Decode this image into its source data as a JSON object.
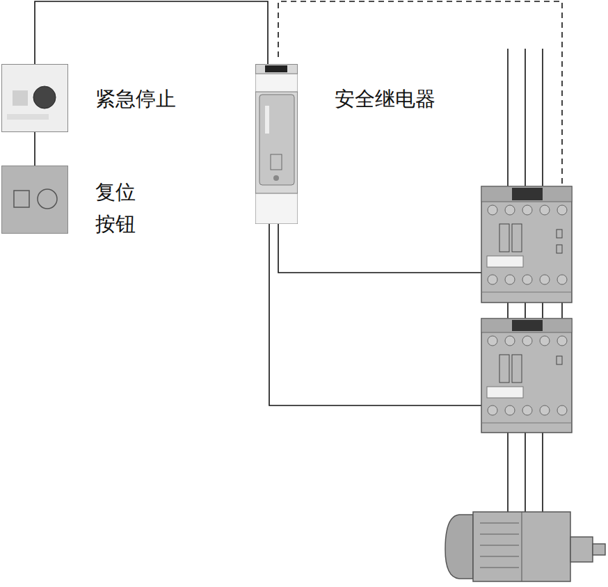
{
  "diagram": {
    "nodes": [
      {
        "text": [
          "紧急停止"
        ]
      },
      {
        "text": [
          "复位 按钮"
        ]
      },
      {
        "text": [
          "安全继电器"
        ]
      }
    ],
    "edges": [
      {
        "from": 0,
        "to": 1,
        "arrow": "none"
      },
      {
        "from": 0,
        "to": 2,
        "arrow": "none"
      }
    ]
  }
}
